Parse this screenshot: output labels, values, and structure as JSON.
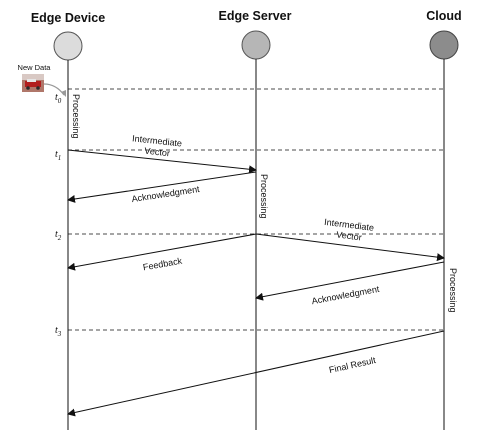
{
  "participants": {
    "edge_device": "Edge Device",
    "edge_server": "Edge Server",
    "cloud": "Cloud"
  },
  "new_data_label": "New Data",
  "time_marks": {
    "t0": {
      "base": "t",
      "sub": "0"
    },
    "t1": {
      "base": "t",
      "sub": "1"
    },
    "t2": {
      "base": "t",
      "sub": "2"
    },
    "t3": {
      "base": "t",
      "sub": "3"
    }
  },
  "processing": {
    "edge_device": "Processing",
    "edge_server": "Processing",
    "cloud": "Processing"
  },
  "messages": {
    "intermediate_vector_1": {
      "line1": "Intermediate",
      "line2": "Vector"
    },
    "acknowledgment_1": "Acknowledgment",
    "intermediate_vector_2": {
      "line1": "Intermediate",
      "line2": "Vector"
    },
    "feedback": "Feedback",
    "acknowledgment_2": "Acknowledgment",
    "final_result": "Final Result"
  },
  "colors": {
    "edge_device_circle": "#dcdcdc",
    "edge_server_circle": "#b6b6b6",
    "cloud_circle": "#8c8c8c"
  }
}
